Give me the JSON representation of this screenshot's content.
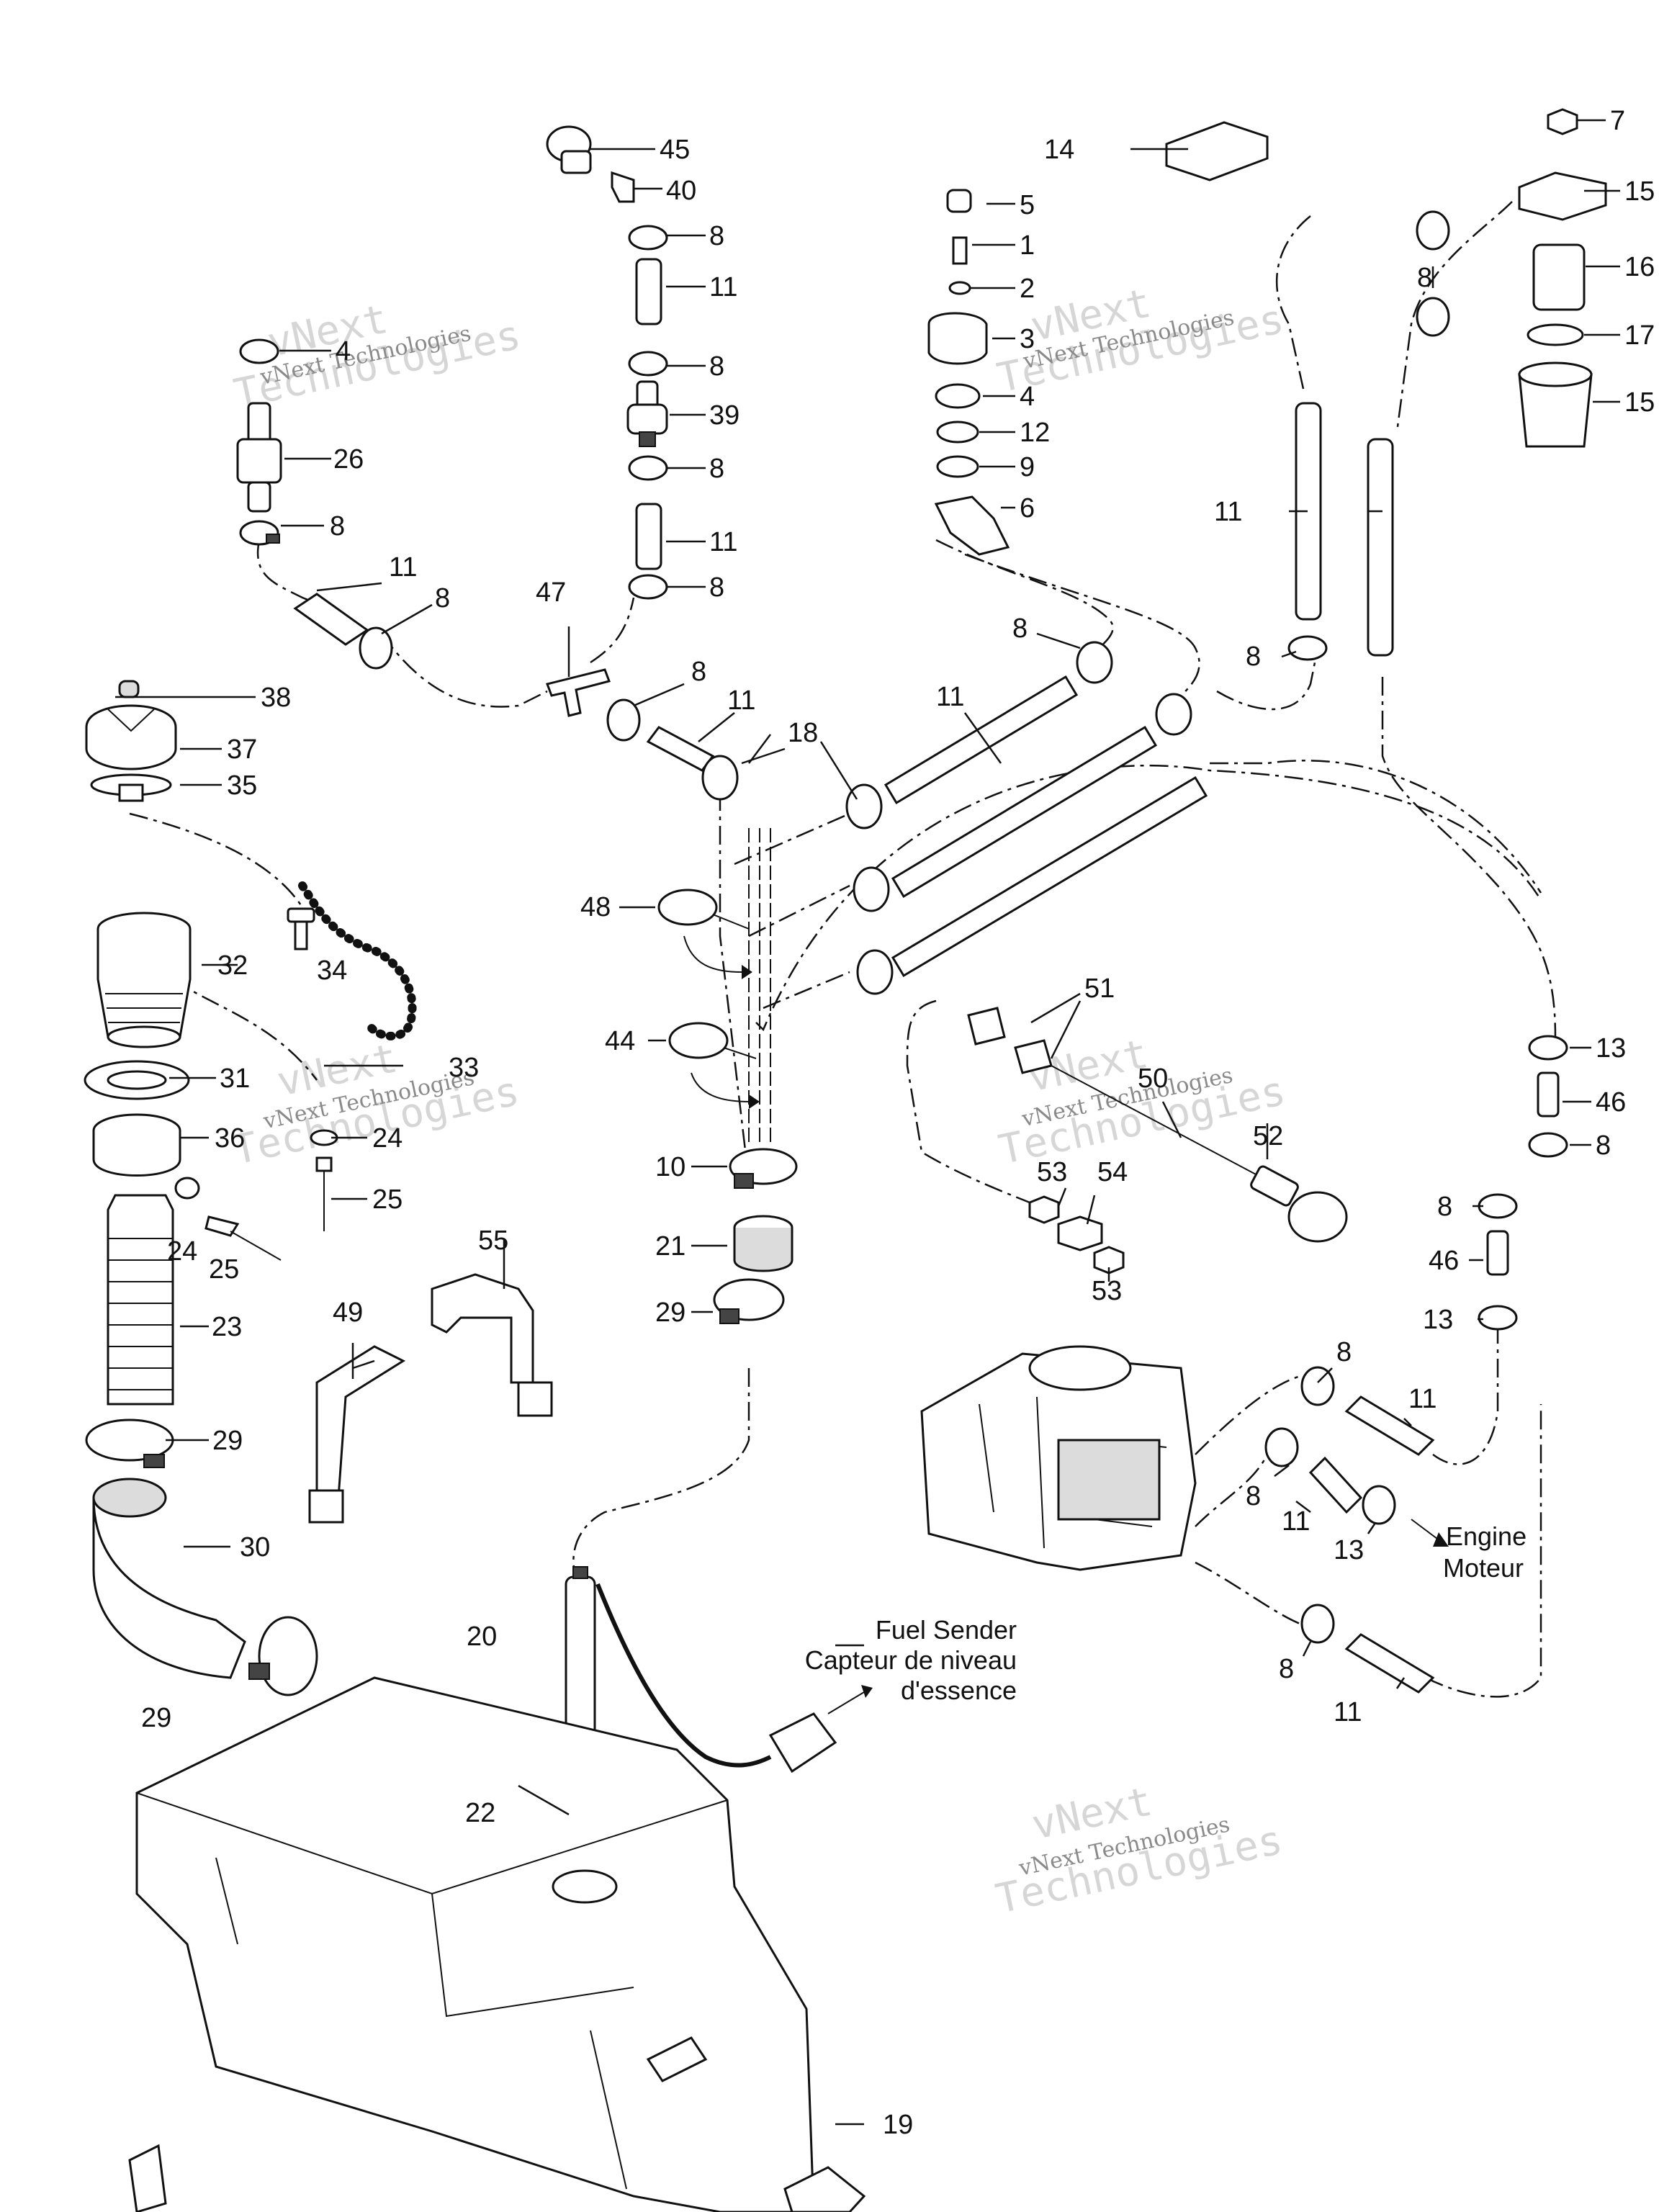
{
  "labels": {
    "p1": "1",
    "p2": "2",
    "p3": "3",
    "p4a": "4",
    "p4b": "4",
    "p5": "5",
    "p6": "6",
    "p7": "7",
    "p8a": "8",
    "p8b": "8",
    "p8c": "8",
    "p8d": "8",
    "p8e": "8",
    "p8f": "8",
    "p8g": "8",
    "p8h": "8",
    "p8i": "8",
    "p8j": "8",
    "p8k": "8",
    "p8l": "8",
    "p8m": "8",
    "p8n": "8",
    "p9": "9",
    "p10": "10",
    "p11a": "11",
    "p11b": "11",
    "p11c": "11",
    "p11d": "11",
    "p11e": "11",
    "p11f": "11",
    "p11g": "11",
    "p11h": "11",
    "p11i": "11",
    "p12": "12",
    "p13a": "13",
    "p13b": "13",
    "p13c": "13",
    "p14": "14",
    "p15a": "15",
    "p15b": "15",
    "p16": "16",
    "p17": "17",
    "p18": "18",
    "p19": "19",
    "p20": "20",
    "p21": "21",
    "p22": "22",
    "p23": "23",
    "p24a": "24",
    "p24b": "24",
    "p25a": "25",
    "p25b": "25",
    "p26": "26",
    "p29a": "29",
    "p29b": "29",
    "p29c": "29",
    "p30": "30",
    "p31": "31",
    "p32": "32",
    "p33": "33",
    "p34": "34",
    "p35": "35",
    "p36": "36",
    "p37": "37",
    "p38": "38",
    "p39": "39",
    "p40": "40",
    "p44": "44",
    "p45": "45",
    "p46a": "46",
    "p46b": "46",
    "p47": "47",
    "p48": "48",
    "p49": "49",
    "p50": "50",
    "p51": "51",
    "p52": "52",
    "p53a": "53",
    "p53b": "53",
    "p54": "54",
    "p55": "55"
  },
  "notes": {
    "fuel_sender_1": "Fuel Sender",
    "fuel_sender_2": "Capteur de niveau",
    "fuel_sender_3": "d'essence",
    "engine_1": "Engine",
    "engine_2": "Moteur"
  },
  "watermark": {
    "line1": "vNext",
    "line2": "Technologies",
    "small": "vNext Technologies"
  },
  "colors": {
    "ink": "#111111",
    "paper": "#ffffff",
    "watermark": "#d6d6d6"
  }
}
